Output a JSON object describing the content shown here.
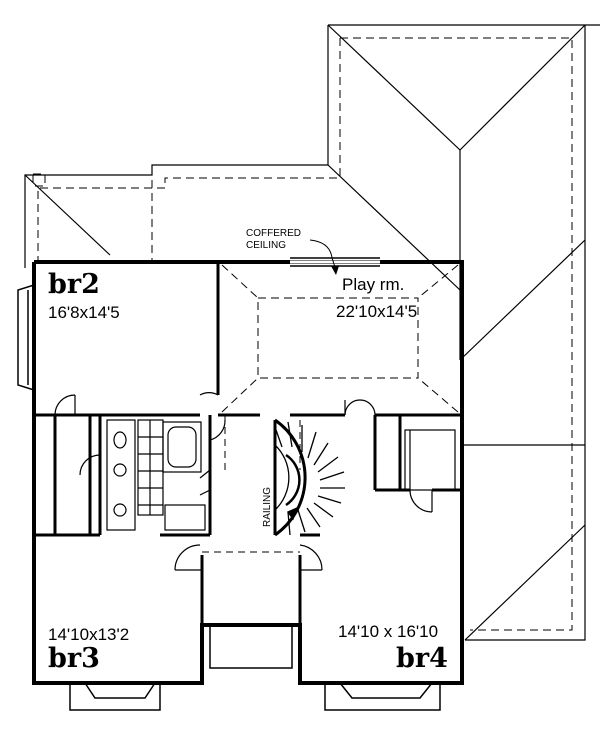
{
  "plan": {
    "rooms": [
      {
        "code": "br2",
        "dims": "16'8x14'5"
      },
      {
        "name": "Play rm.",
        "dims": "22'10x14'5"
      },
      {
        "code": "br3",
        "dims": "14'10x13'2"
      },
      {
        "code": "br4",
        "dims": "14'10 x 16'10"
      }
    ],
    "notes": {
      "coffered_line1": "COFFERED",
      "coffered_line2": "CEILING",
      "railing": "RAILING"
    }
  }
}
